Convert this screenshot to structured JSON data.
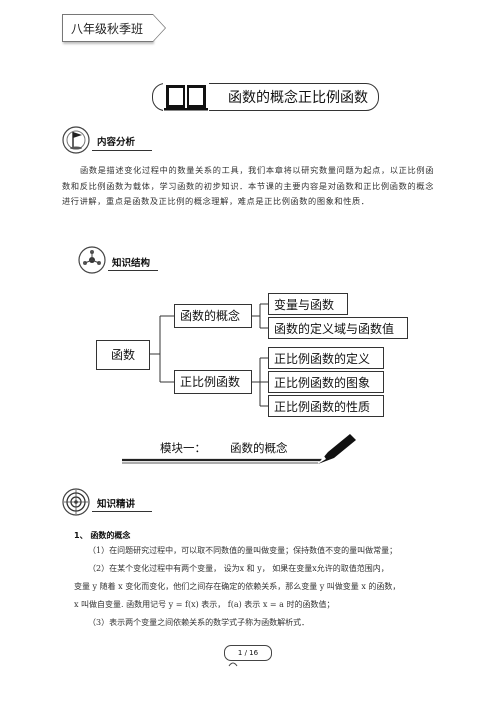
{
  "header": {
    "tab_label": "八年级秋季班"
  },
  "title": {
    "text": "函数的概念正比例函数"
  },
  "sections": {
    "analysis": {
      "title": "内容分析"
    },
    "structure": {
      "title": "知识结构"
    },
    "explain": {
      "title": "知识精讲"
    }
  },
  "intro": {
    "text": "函数是描述变化过程中的数量关系的工具，我们本章将以研究数量问题为起点，以正比例函数和反比例函数为载体，学习函数的初步知识．本节课的主要内容是对函数和正比例函数的概念进行讲解，重点是函数及正比例的概念理解，难点是正比例函数的图象和性质．"
  },
  "mindmap": {
    "root": "函数",
    "branches": [
      {
        "label": "函数的概念",
        "children": [
          "变量与函数",
          "函数的定义域与函数值"
        ]
      },
      {
        "label": "正比例函数",
        "children": [
          "正比例函数的定义",
          "正比例函数的图象",
          "正比例函数的性质"
        ]
      }
    ]
  },
  "module": {
    "label": "模块一：",
    "name": "函数的概念"
  },
  "body": {
    "item1_title": "1、 函数的概念",
    "p1": "（1）在问题研究过程中，可以取不同数值的量叫做变量；保持数值不变的量叫做常量；",
    "p2a": "（2）在某个变化过程中有两个变量，  设为x 和 y，  如果在变量x允许的取值范围内，",
    "p2b": "变量 y 随着 x 变化而变化，他们之间存在确定的依赖关系，那么变量 y 叫做变量 x 的函数，",
    "p2c": "x 叫做自变量. 函数用记号 y = f(x) 表示，  f(a) 表示 x = a 时的函数值；",
    "p3": "（3）表示两个变量之间依赖关系的数学式子称为函数解析式．"
  },
  "footer": {
    "page": "1 / 16"
  }
}
